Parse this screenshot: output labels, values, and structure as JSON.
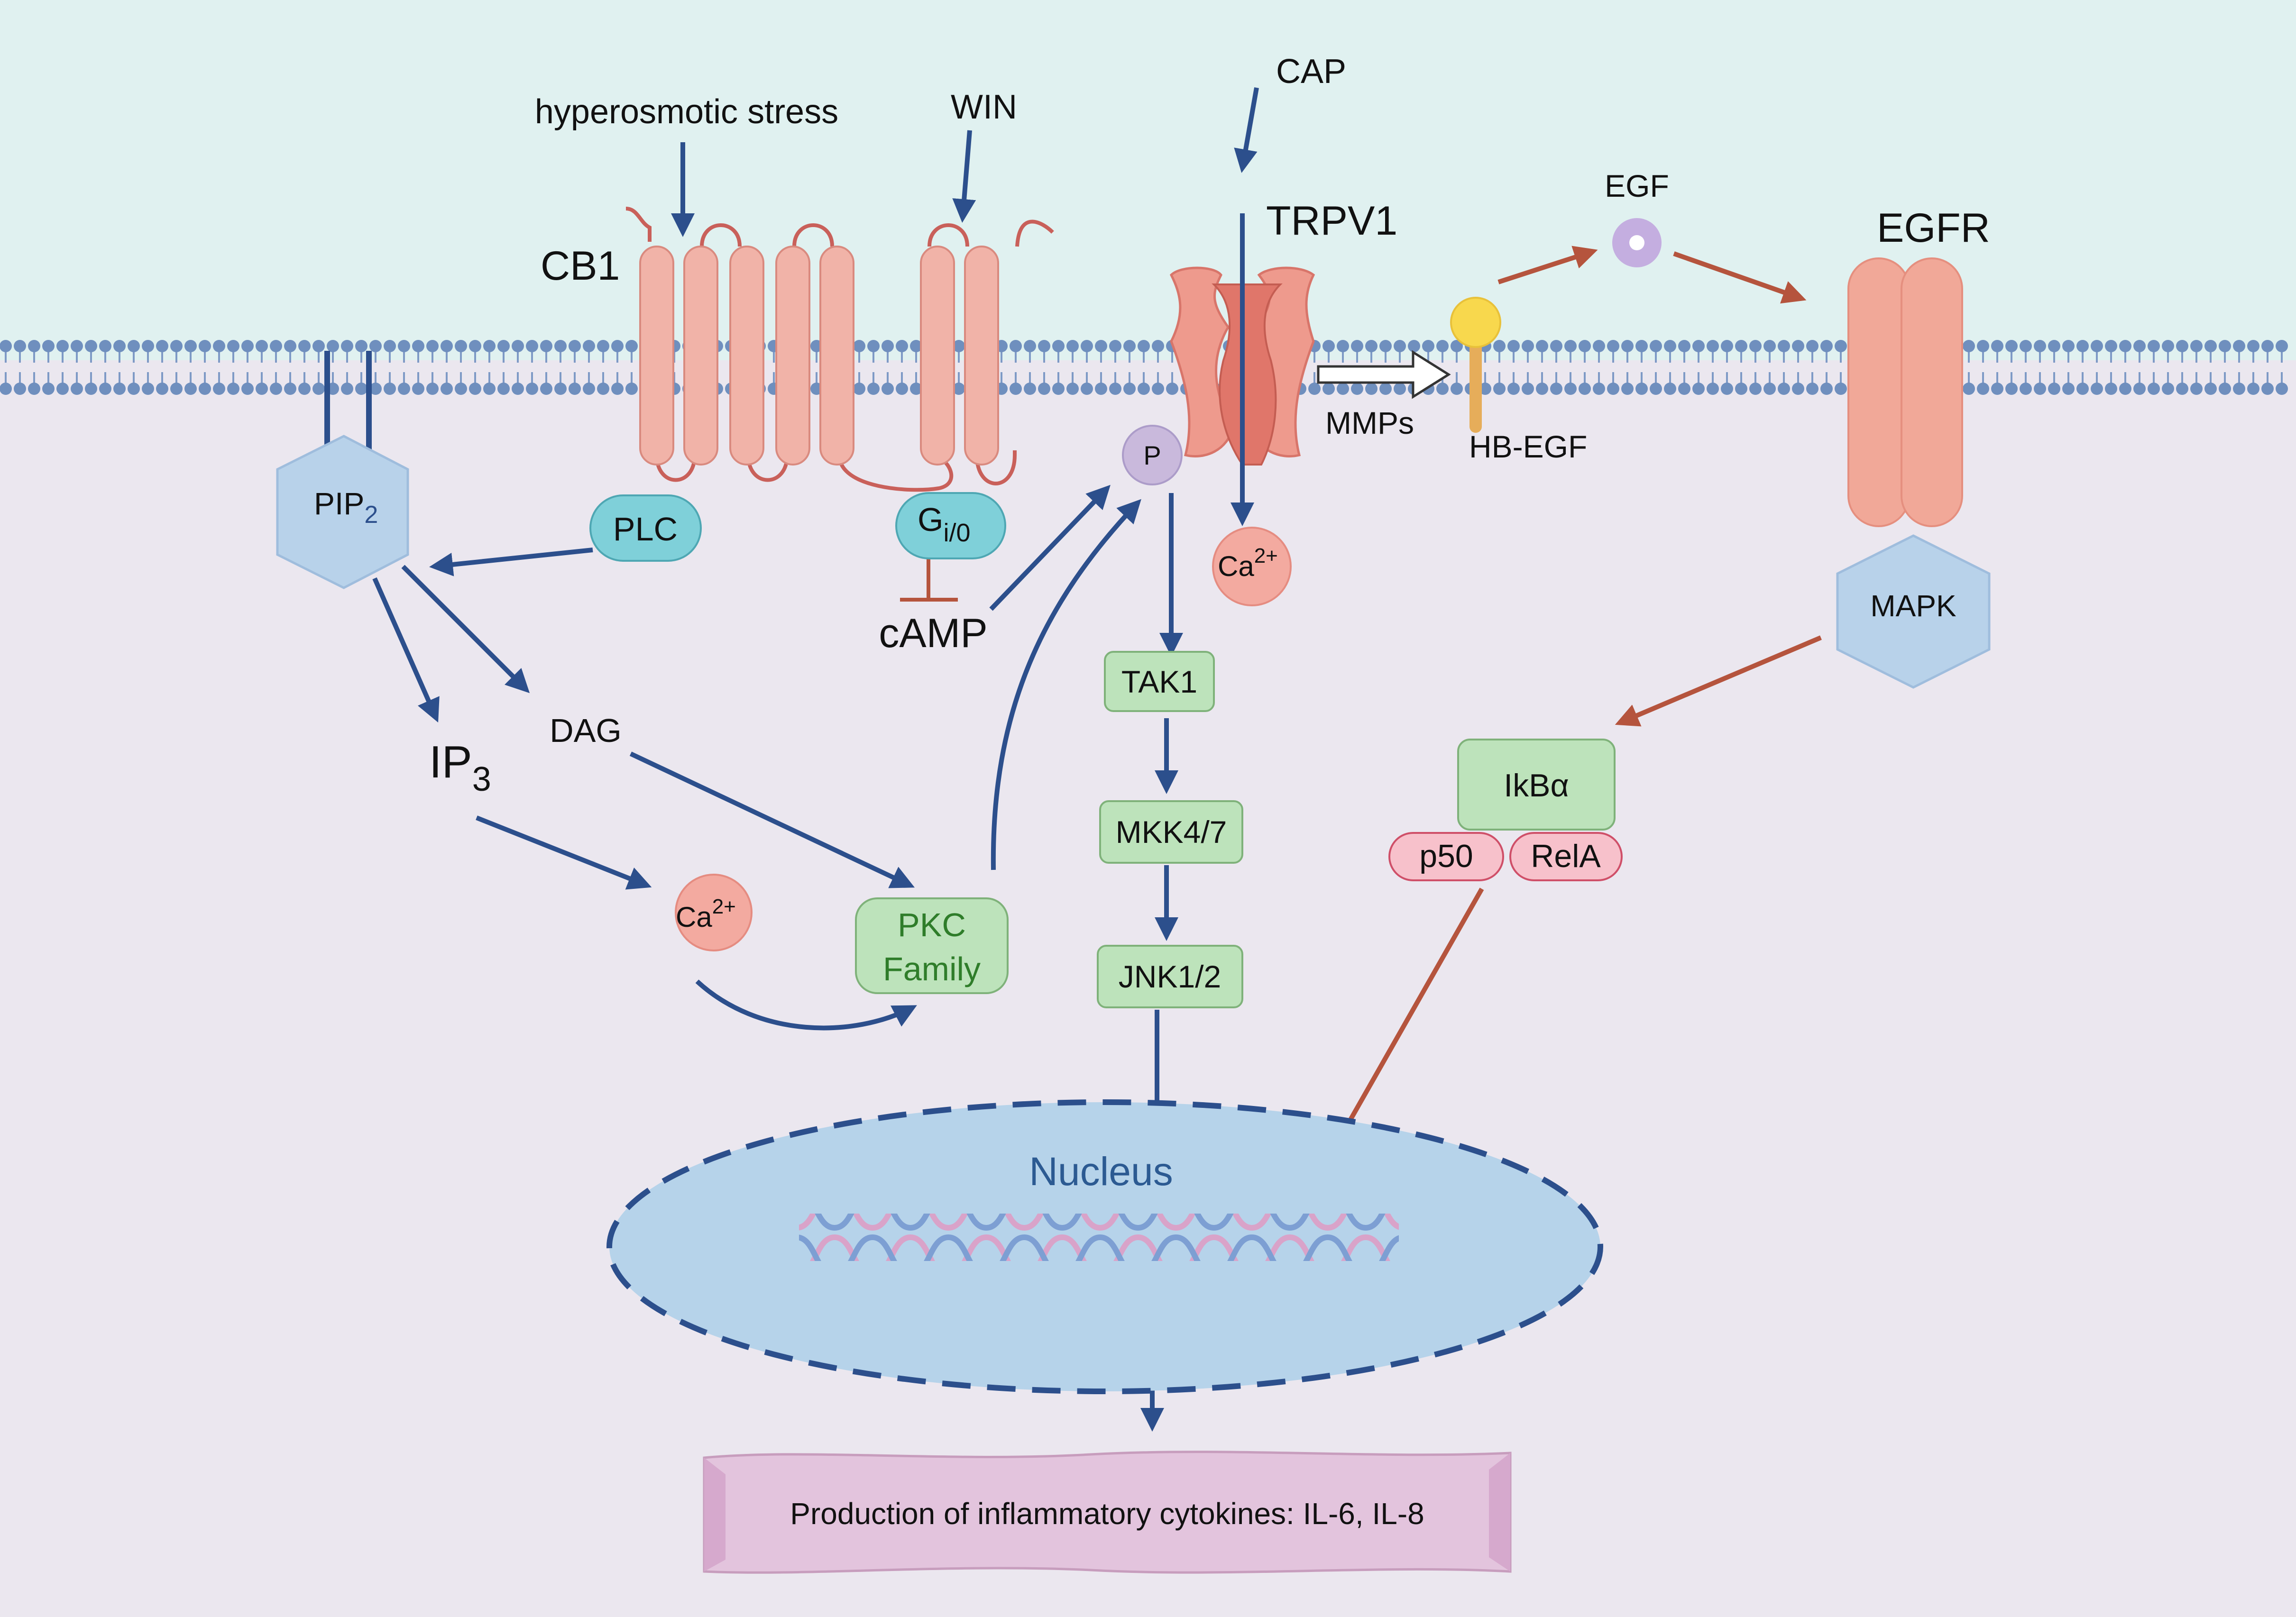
{
  "colors": {
    "extracellular": "#e0f1f0",
    "cytoplasm": "#ebe7ef",
    "membrane_head": "#6f8fbe",
    "membrane_tail": "#7e9ac6",
    "arrow_blue": "#2c4f8c",
    "arrow_red": "#b5543d",
    "receptor": "#f1b3a8",
    "receptor_edge": "#d98a7f",
    "green_box": "#bde3bb",
    "green_edge": "#7fb27a",
    "cyan_box": "#7fd0d9",
    "pink_box": "#f7c1cb",
    "nucleus": "#b6d3ea",
    "nucleus_edge": "#2c4f8c",
    "output_box": "#e3c4dd",
    "hexagon": "#b8d2ea",
    "circle_violet": "#c9b9dc",
    "ion": "#f3aaa0"
  },
  "labels": {
    "hyperosmotic": "hyperosmotic stress",
    "win": "WIN",
    "cap": "CAP",
    "cb1": "CB1",
    "trpv1": "TRPV1",
    "egf": "EGF",
    "egfr": "EGFR",
    "mmps": "MMPs",
    "hbegf": "HB-EGF",
    "pip": "PIP",
    "pip_sub": "2",
    "plc": "PLC",
    "g_main": "G",
    "g_sub": "i/0",
    "camp": "cAMP",
    "p": "P",
    "ca_main": "Ca",
    "ca_sup": "2+",
    "ip_main": "IP",
    "ip_sub": "3",
    "dag": "DAG",
    "pkc_line1": "PKC",
    "pkc_line2": "Family",
    "tak1": "TAK1",
    "mkk": "MKK4/7",
    "jnk": "JNK1/2",
    "mapk": "MAPK",
    "ikb": "IkBα",
    "p50": "p50",
    "rela": "RelA",
    "nucleus": "Nucleus",
    "output": "Production of inflammatory cytokines: IL-6, IL-8"
  }
}
